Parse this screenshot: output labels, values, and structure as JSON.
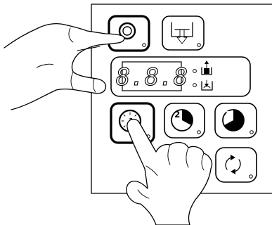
{
  "panel": {
    "display": {
      "digits": "8.8.8"
    },
    "buttons": [
      {
        "id": "power",
        "icon": "power-icon",
        "highlighted": true
      },
      {
        "id": "drain",
        "icon": "drain-icon",
        "highlighted": false
      },
      {
        "id": "program-1",
        "icon": "program-1-timer-icon",
        "highlighted": true
      },
      {
        "id": "program-2",
        "icon": "program-2-timer-icon",
        "highlighted": false
      },
      {
        "id": "program-3",
        "icon": "program-3-timer-icon",
        "highlighted": false
      },
      {
        "id": "cycle",
        "icon": "cycle-icon",
        "highlighted": false
      }
    ],
    "indicators": [
      {
        "icon": "upper-tank-icon"
      },
      {
        "icon": "lower-tank-icon"
      }
    ]
  },
  "hands": [
    {
      "id": "hand-pressing-power",
      "icon": "pointing-hand-icon"
    },
    {
      "id": "hand-pressing-program-1",
      "icon": "pointing-hand-icon"
    }
  ]
}
